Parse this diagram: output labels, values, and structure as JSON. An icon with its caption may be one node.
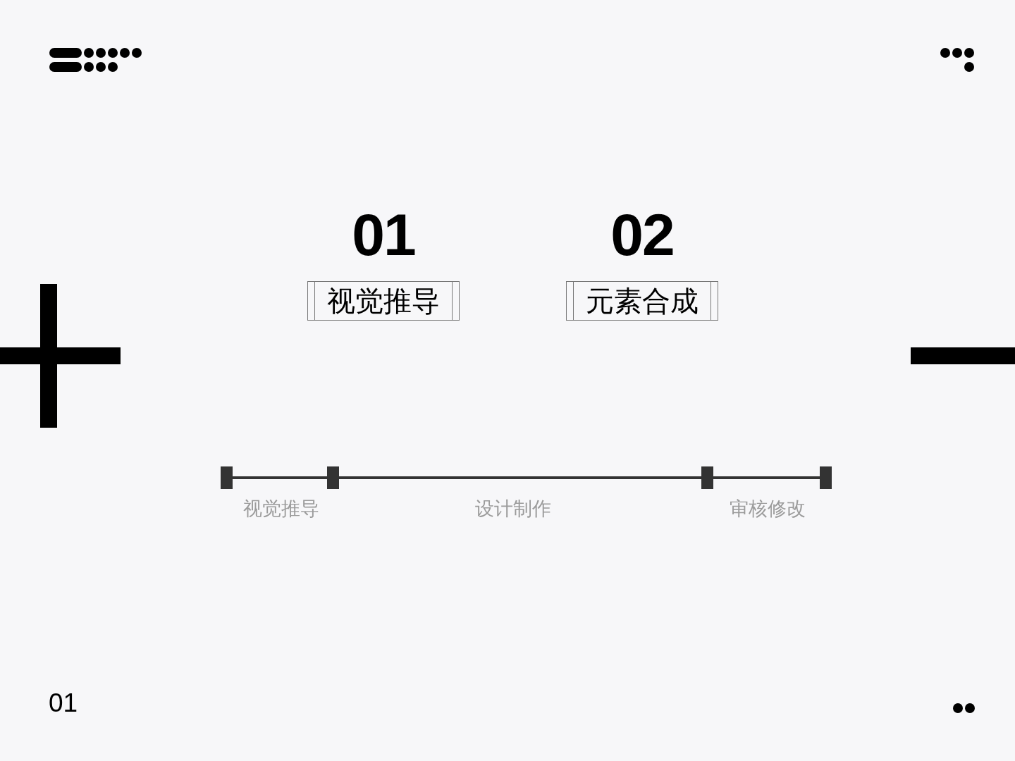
{
  "diagram": {
    "nodes": [
      {
        "text": [
          "01",
          "视觉推导"
        ]
      },
      {
        "text": [
          "02",
          "元素合成"
        ]
      }
    ],
    "labels": [
      "视觉推导",
      "设计制作",
      "审核修改",
      "01"
    ]
  }
}
